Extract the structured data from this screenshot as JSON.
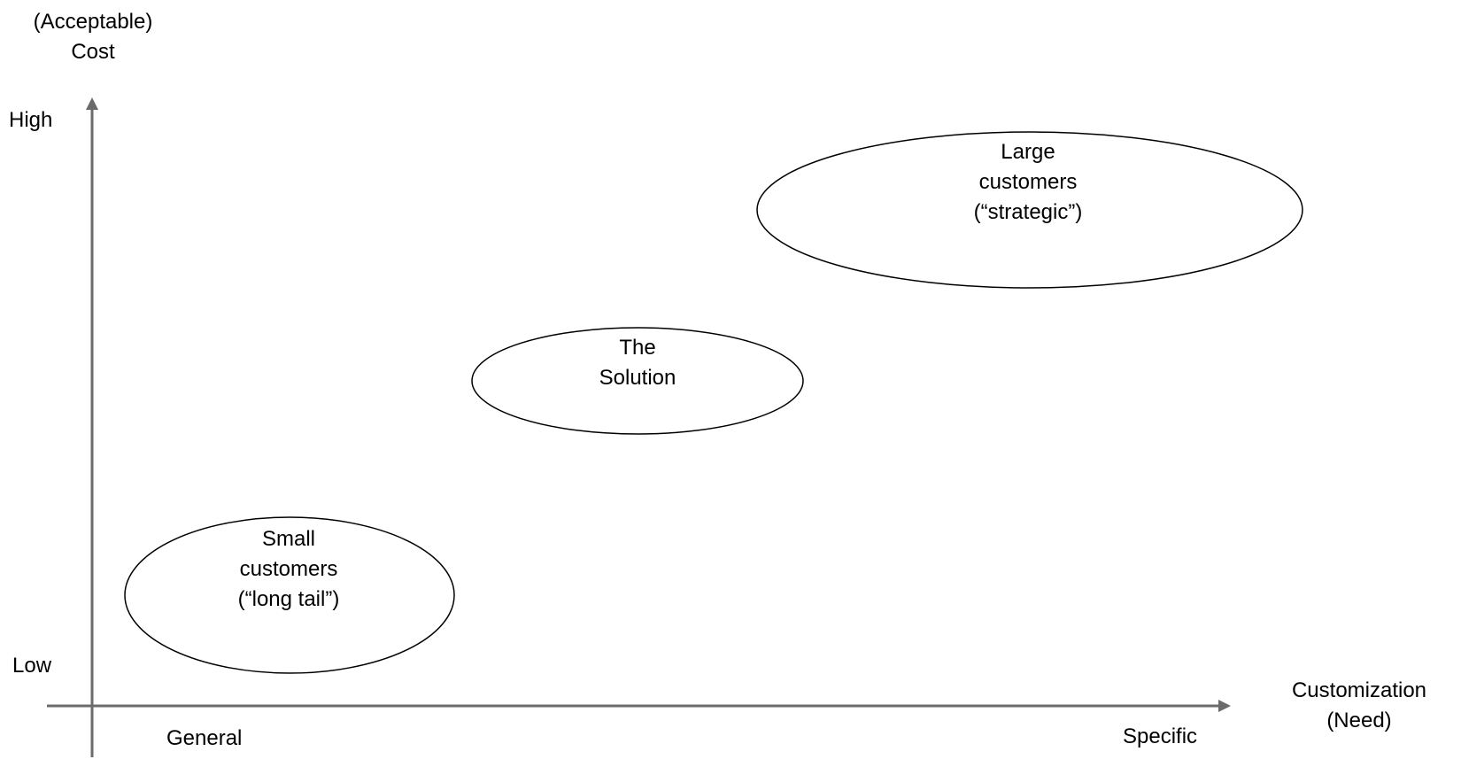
{
  "diagram": {
    "y_axis": {
      "title_lines": [
        "(Acceptable)",
        "Cost"
      ],
      "high_label": "High",
      "low_label": "Low"
    },
    "x_axis": {
      "title_lines": [
        "Customization",
        "(Need)"
      ],
      "low_label": "General",
      "high_label": "Specific"
    },
    "segments": [
      {
        "id": "small",
        "lines": [
          "Small",
          "customers",
          "(“long tail”)"
        ]
      },
      {
        "id": "solution",
        "lines": [
          "The",
          "Solution"
        ]
      },
      {
        "id": "large",
        "lines": [
          "Large",
          "customers",
          "(“strategic”)"
        ]
      }
    ],
    "colors": {
      "axis": "#6b6b6b",
      "ellipse_stroke": "#000000",
      "text": "#000000"
    }
  }
}
